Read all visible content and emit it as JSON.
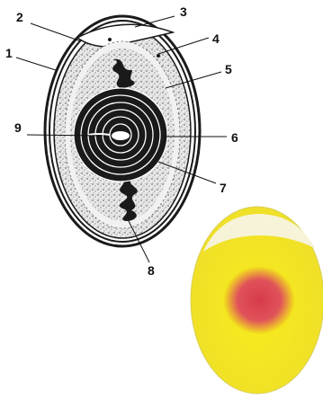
{
  "diagram": {
    "callouts": [
      {
        "id": "1",
        "label": "1"
      },
      {
        "id": "2",
        "label": "2"
      },
      {
        "id": "3",
        "label": "3"
      },
      {
        "id": "4",
        "label": "4"
      },
      {
        "id": "5",
        "label": "5"
      },
      {
        "id": "6",
        "label": "6"
      },
      {
        "id": "7",
        "label": "7"
      },
      {
        "id": "8",
        "label": "8"
      },
      {
        "id": "9",
        "label": "9"
      }
    ]
  },
  "colors": {
    "outline": "#1a1a1a",
    "albumen_stipple": "#9a9a9a",
    "yolk": "#1a1a1a",
    "germ_spot": "#ffffff",
    "photo_white": "#f7f3d8",
    "photo_yolk": "#f4e81a",
    "photo_blood": "#d63a4a"
  },
  "icons": {
    "egg_diagram": "egg-cross-section-icon",
    "egg_photo": "candled-egg-icon"
  }
}
